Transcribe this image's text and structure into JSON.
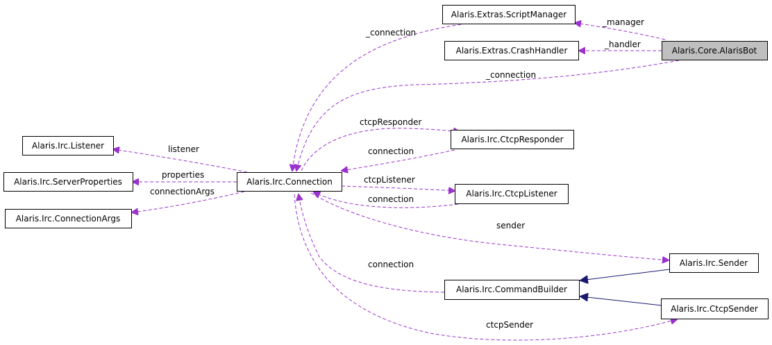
{
  "nodes": {
    "script_manager": "Alaris.Extras.ScriptManager",
    "crash_handler": "Alaris.Extras.CrashHandler",
    "alaris_bot": "Alaris.Core.AlarisBot",
    "listener": "Alaris.Irc.Listener",
    "server_properties": "Alaris.Irc.ServerProperties",
    "connection_args": "Alaris.Irc.ConnectionArgs",
    "connection": "Alaris.Irc.Connection",
    "ctcp_responder": "Alaris.Irc.CtcpResponder",
    "ctcp_listener": "Alaris.Irc.CtcpListener",
    "sender": "Alaris.Irc.Sender",
    "command_builder": "Alaris.Irc.CommandBuilder",
    "ctcp_sender": "Alaris.Irc.CtcpSender"
  },
  "edge_labels": {
    "manager": "_manager",
    "handler": "_handler",
    "bot_connection": "_connection",
    "script_connection": "_connection",
    "ctcp_responder": "ctcpResponder",
    "responder_connection": "connection",
    "listener": "listener",
    "properties": "properties",
    "connection_args": "connectionArgs",
    "ctcp_listener": "ctcpListener",
    "listener_connection": "connection",
    "sender": "sender",
    "builder_connection": "connection",
    "ctcp_sender": "ctcpSender"
  },
  "colors": {
    "dependency_edge": "#9a32cd",
    "inheritance_edge": "#191970",
    "focus_node_fill": "#bfbfbf"
  }
}
